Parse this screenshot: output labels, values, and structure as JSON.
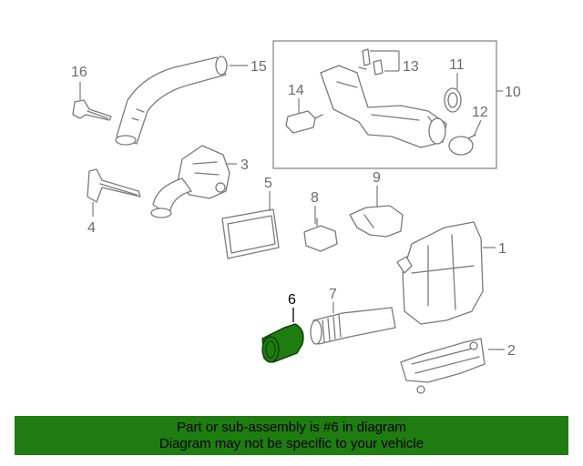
{
  "callouts": {
    "c1": "1",
    "c2": "2",
    "c3": "3",
    "c4": "4",
    "c5": "5",
    "c6": "6",
    "c7": "7",
    "c8": "8",
    "c9": "9",
    "c10": "10",
    "c11": "11",
    "c12": "12",
    "c13": "13",
    "c14": "14",
    "c15": "15",
    "c16": "16"
  },
  "highlight": {
    "part_number": "6",
    "fill_color": "#1e7c10"
  },
  "banner": {
    "line1": "Part or sub-assembly is #6 in diagram",
    "line2": "Diagram may not be specific to your vehicle",
    "background": "#1e7c10"
  }
}
